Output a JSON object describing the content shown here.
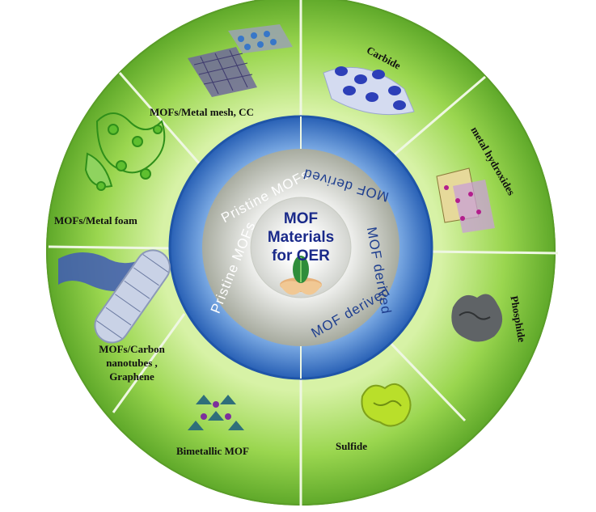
{
  "center": {
    "lines": [
      "MOF",
      "Materials",
      "for OER"
    ]
  },
  "inner_ring": {
    "left_label": "Pristine MOFs",
    "right_label": "MOF derived"
  },
  "segments": [
    {
      "id": "mesh",
      "label_lines": [
        "MOFs/Metal mesh, CC"
      ]
    },
    {
      "id": "foam",
      "label_lines": [
        "MOFs/Metal foam"
      ]
    },
    {
      "id": "carbon",
      "label_lines": [
        "MOFs/Carbon",
        "nanotubes ,",
        "Graphene"
      ]
    },
    {
      "id": "bimetallic",
      "label_lines": [
        "Bimetallic MOF"
      ]
    },
    {
      "id": "carbide",
      "label_lines": [
        "Carbide"
      ]
    },
    {
      "id": "hydroxides",
      "label_lines": [
        "metal hydroxides"
      ]
    },
    {
      "id": "phosphide",
      "label_lines": [
        "Phosphide"
      ]
    },
    {
      "id": "sulfide",
      "label_lines": [
        "Sulfide"
      ]
    }
  ],
  "colors": {
    "outer_green": "#7fc93a",
    "outer_green_light": "#c8ec8f",
    "blue_ring": "#2f6fc4",
    "blue_ring_light": "#5d9ae0",
    "inner_gray": "#b9bdb8",
    "divider": "#e9f5d9"
  }
}
